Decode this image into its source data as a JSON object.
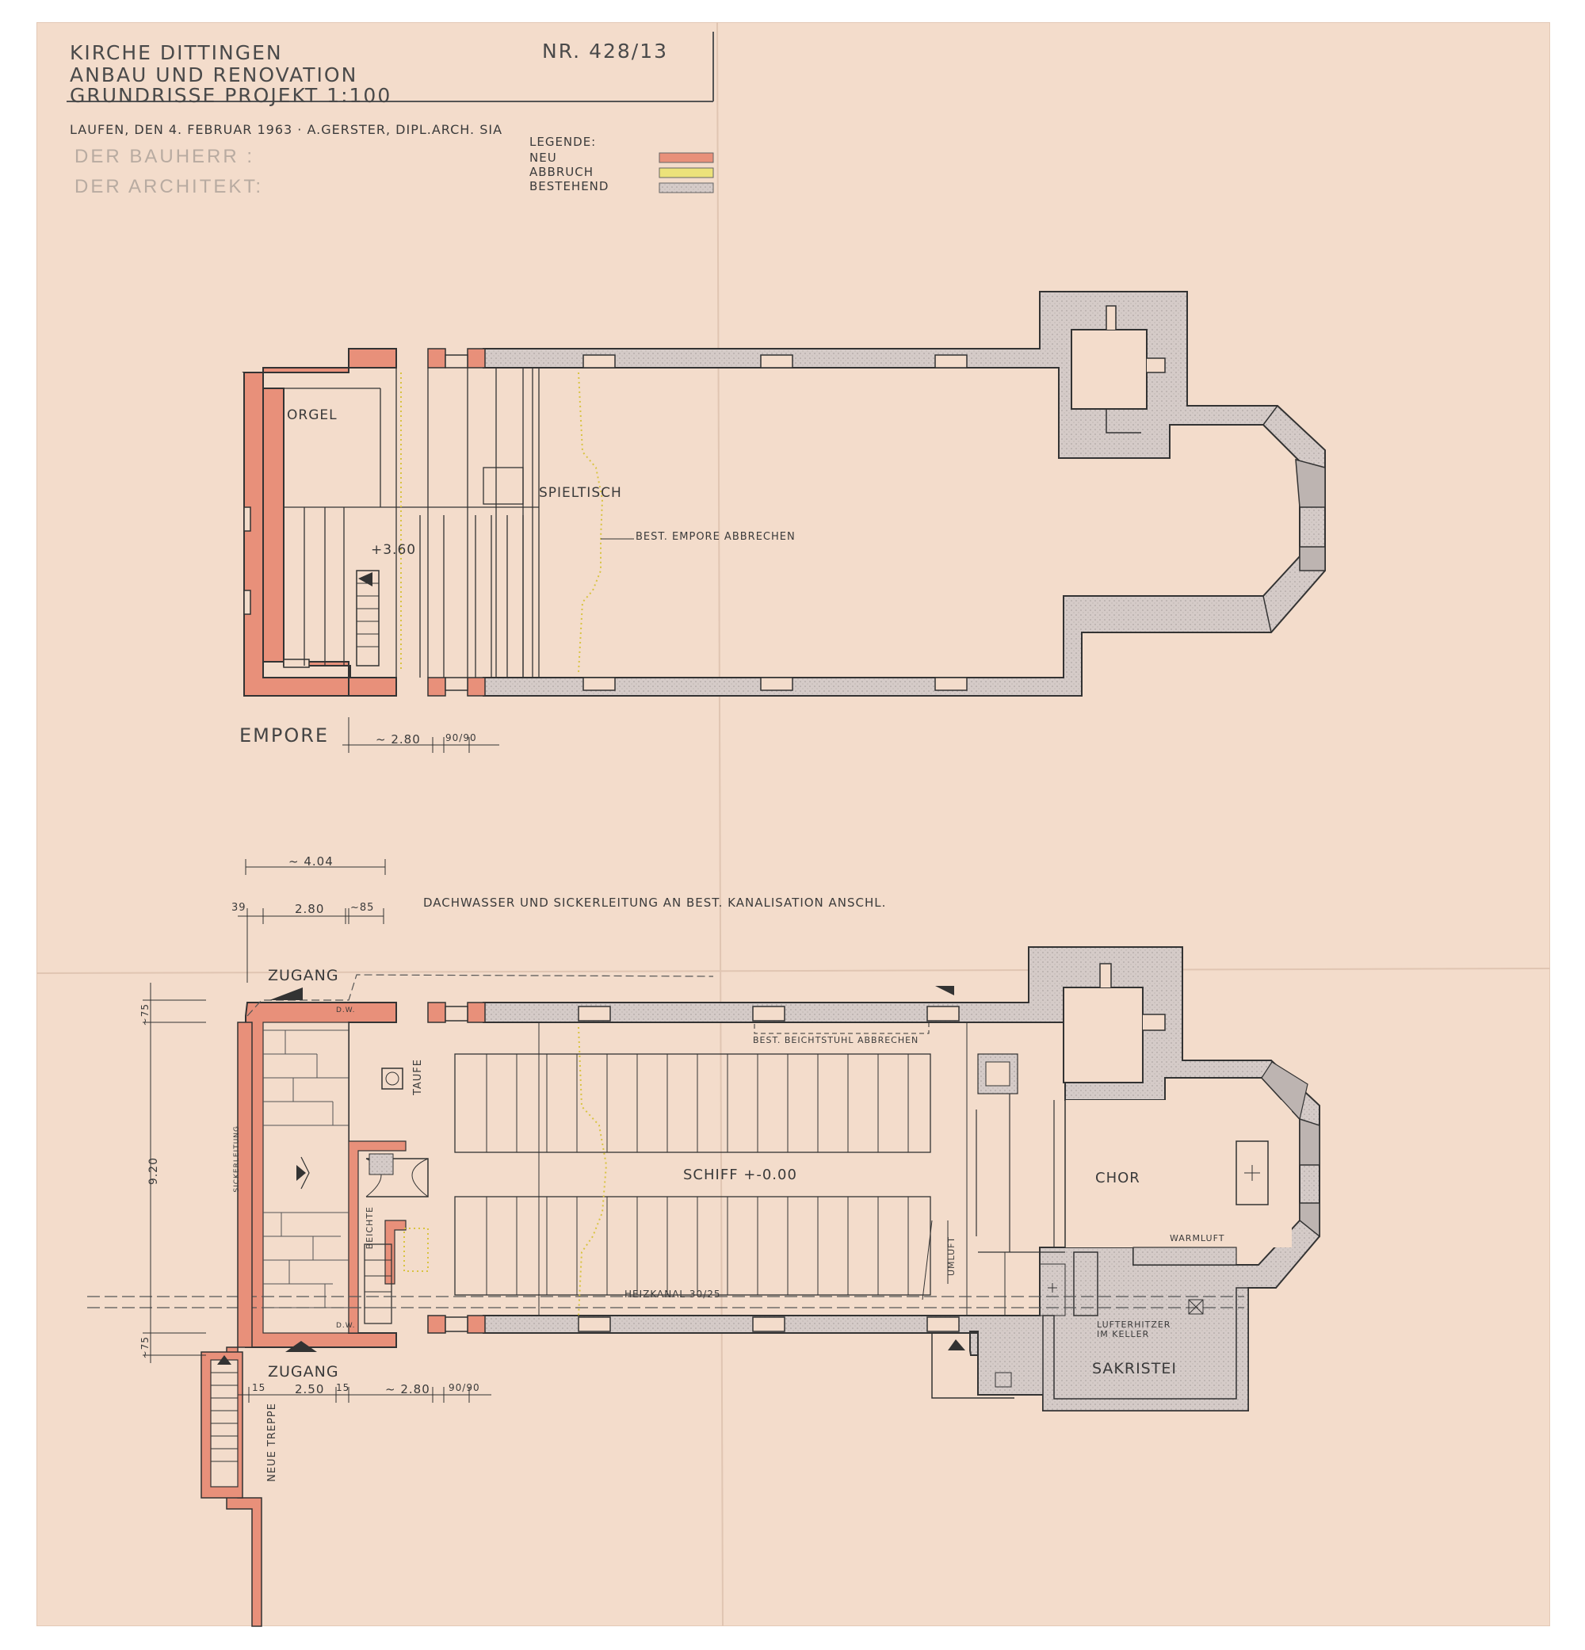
{
  "title_block": {
    "line1": "KIRCHE DITTINGEN",
    "line2": "ANBAU UND RENOVATION",
    "line3": "GRUNDRISSE PROJEKT  1:100",
    "number": "NR. 428/13",
    "place_date": "LAUFEN, DEN 4. FEBRUAR 1963 · A.GERSTER, DIPL.ARCH. SIA",
    "bauherr": "DER BAUHERR :",
    "architekt": "DER ARCHITEKT:"
  },
  "legend": {
    "title": "LEGENDE:",
    "items": [
      {
        "label": "NEU",
        "color": "#e8907a"
      },
      {
        "label": "ABBRUCH",
        "color": "#ece27a"
      },
      {
        "label": "BESTEHEND",
        "color": "#cfc4c2"
      }
    ]
  },
  "upper_plan": {
    "name": "EMPORE",
    "orgel": "ORGEL",
    "spieltisch": "SPIELTISCH",
    "level": "+3.60",
    "note": "BEST. EMPORE ABBRECHEN",
    "dim1": "~ 2.80",
    "dim2": "90/90"
  },
  "lower_plan": {
    "note_top": "DACHWASSER UND SICKERLEITUNG AN BEST. KANALISATION ANSCHL.",
    "dim_404": "~ 4.04",
    "dim_39": "39",
    "dim_280": "2.80",
    "dim_85": "~85",
    "zugang_top": "ZUGANG",
    "zugang_bottom": "ZUGANG",
    "dim_75_top": "~75",
    "dim_920": "9.20",
    "dim_75_bot": "~75",
    "taufe": "TAUFE",
    "beichte": "BEICHTE",
    "schiff": "SCHIFF +-0.00",
    "beichtstuhl": "BEST. BEICHTSTUHL ABBRECHEN",
    "umluft": "UMLUFT",
    "chor": "CHOR",
    "warmluft": "WARMLUFT",
    "heizkanal": "HEIZKANAL 30/25",
    "lufterhitzer": "LUFTERHITZER IM KELLER",
    "sakristei": "SAKRISTEI",
    "sickerleitung": "SICKERLEITUNG",
    "neue_treppe": "NEUE TREPPE",
    "dim_15a": "15",
    "dim_250": "2.50",
    "dim_15b": "15",
    "dim_280b": "~ 2.80",
    "dim_9090": "90/90",
    "dw1": "D.W.",
    "dw2": "D.W."
  }
}
